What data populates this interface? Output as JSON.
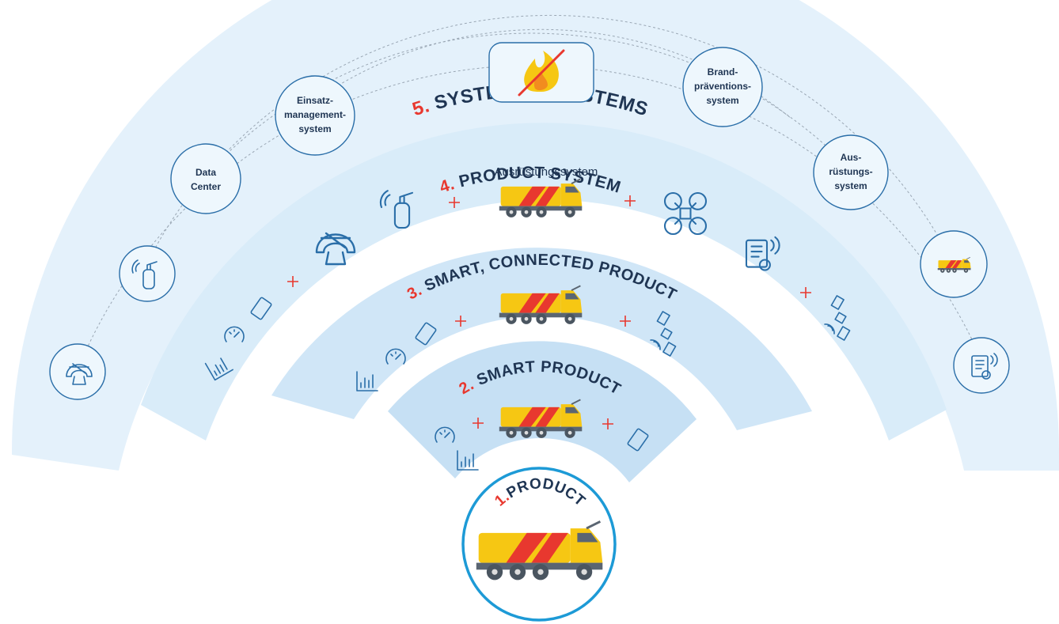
{
  "levels": [
    {
      "num": "1.",
      "title": "PRODUCT"
    },
    {
      "num": "2.",
      "title": "SMART PRODUCT"
    },
    {
      "num": "3.",
      "title": "SMART, CONNECTED PRODUCT"
    },
    {
      "num": "4.",
      "title": "PRODUCT SYSTEM",
      "subtitle": "Ausrüstungssystem"
    },
    {
      "num": "5.",
      "title": "SYSTEM OF SYSTEMS"
    }
  ],
  "systems": [
    {
      "lines": [
        "Data",
        "Center"
      ]
    },
    {
      "lines": [
        "Einsatz-",
        "management-",
        "system"
      ]
    },
    {
      "lines": [
        "Brand-",
        "präventions-",
        "system"
      ]
    },
    {
      "lines": [
        "Aus-",
        "rüstungs-",
        "system"
      ]
    }
  ],
  "colors": {
    "band_outer": "#e4f1fb",
    "band_mid": "#d6eaf8",
    "band_inner": "#cbe4f5",
    "accent_red": "#e8382f",
    "title_navy": "#1f3553",
    "icon_blue": "#2a6ea8",
    "truck_yellow": "#f6c713"
  },
  "icons": {
    "center": "fire-truck-icon",
    "system_center": "no-fire-icon",
    "level2": [
      "gauge-icon",
      "bar-chart-icon",
      "fire-truck-icon",
      "tablet-icon"
    ],
    "level3": [
      "bar-chart-icon",
      "gauge-icon",
      "tablet-icon",
      "fire-truck-icon",
      "satellite-icon"
    ],
    "level4": [
      "bar-chart-icon",
      "gauge-icon",
      "tablet-icon",
      "helmet-icon",
      "extinguisher-icon",
      "fire-truck-icon",
      "drone-icon",
      "certificate-icon"
    ],
    "level5": [
      "helmet-icon",
      "extinguisher-icon",
      "satellite-icon",
      "fire-truck-icon",
      "certificate-icon"
    ]
  }
}
